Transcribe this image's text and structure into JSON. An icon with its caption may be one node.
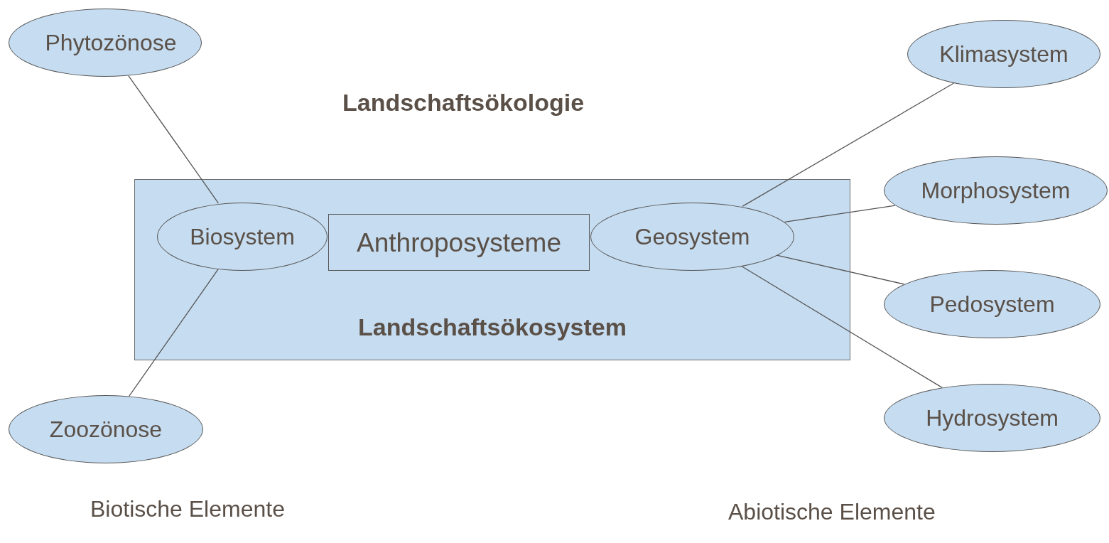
{
  "diagram": {
    "title": "Landschaftsökologie",
    "nodes": [
      {
        "text": [
          "Phytozönose"
        ]
      },
      {
        "text": [
          "Klimasystem"
        ]
      },
      {
        "text": [
          "Landschaftsökosystem"
        ]
      },
      {
        "text": [
          "Biosystem"
        ],
        "in": 2
      },
      {
        "text": [
          "Anthroposysteme"
        ],
        "in": 2
      },
      {
        "text": [
          "Geosystem"
        ],
        "in": 2
      },
      {
        "text": [
          "Morphosystem"
        ]
      },
      {
        "text": [
          "Pedosystem"
        ]
      },
      {
        "text": [
          "Zoozönose"
        ]
      },
      {
        "text": [
          "Hydrosystem"
        ]
      }
    ],
    "edges": [
      {
        "from": 0,
        "to": 3,
        "arrow": "none"
      },
      {
        "from": 8,
        "to": 3,
        "arrow": "none"
      },
      {
        "from": 5,
        "to": 1,
        "arrow": "none"
      },
      {
        "from": 5,
        "to": 6,
        "arrow": "none"
      },
      {
        "from": 5,
        "to": 7,
        "arrow": "none"
      },
      {
        "from": 5,
        "to": 9,
        "arrow": "none"
      }
    ],
    "labels": [
      "Biotische Elemente",
      "Abiotische Elemente"
    ]
  }
}
